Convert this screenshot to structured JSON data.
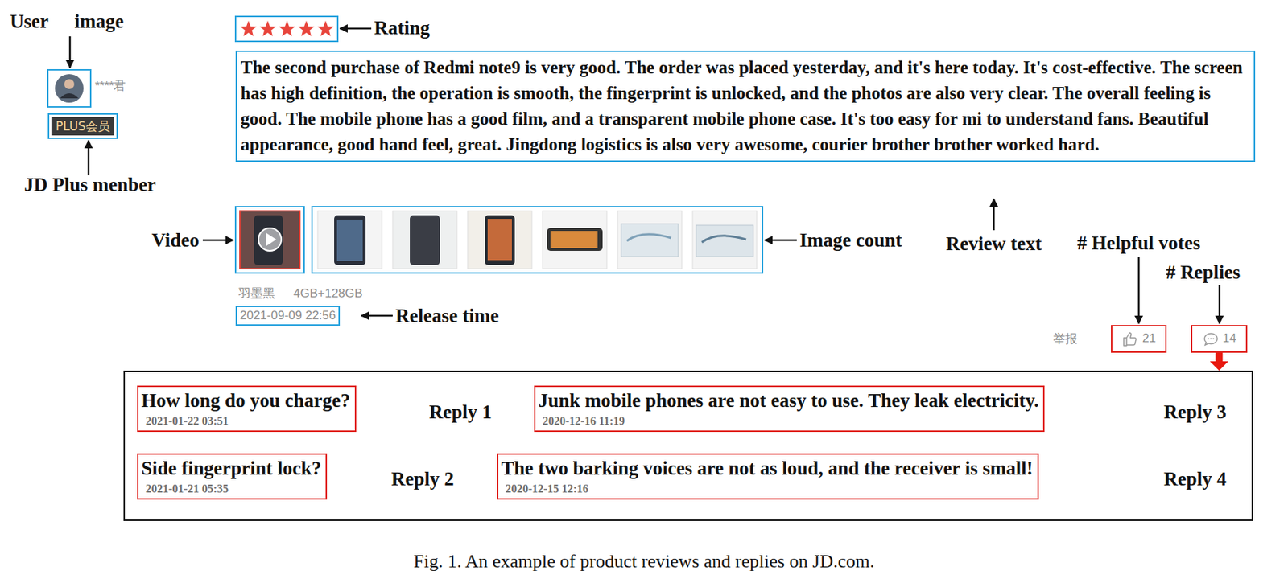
{
  "diagram": {
    "caption": "Fig. 1. An example of product reviews and replies on JD.com.",
    "nodes": [
      {
        "text": [
          "PLUS会员"
        ]
      },
      {
        "text": [
          "The second purchase of Redmi note9 is very good. The order was placed yesterday, and it's here today. It's cost-effective. The screen has high definition, the operation is smooth, the fingerprint is unlocked, and the photos are also very clear. The overall feeling is good. The mobile phone has a good film, and a transparent mobile phone case. It's too easy for mi to understand fans. Beautiful appearance, good hand feel, great. Jingdong logistics is also very awesome, courier brother brother worked hard."
        ]
      },
      {
        "text": [
          "2021-09-09 22:56"
        ]
      },
      {
        "text": [
          "21"
        ]
      },
      {
        "text": [
          "14"
        ]
      },
      {
        "text": []
      },
      {
        "text": [
          "How long do you charge?",
          "2021-01-22 03:51"
        ],
        "in": 5
      },
      {
        "text": [
          "Junk mobile phones are not easy to use. They leak electricity.",
          "2020-12-16 11:19"
        ],
        "in": 5
      },
      {
        "text": [
          "Side fingerprint lock?",
          "2021-01-21 05:35"
        ],
        "in": 5
      },
      {
        "text": [
          "The two barking voices are not as loud, and the receiver is small!",
          "2020-12-15 12:16"
        ],
        "in": 5
      }
    ],
    "edges": [
      {
        "from": 4,
        "to": 5,
        "arrow": "to"
      }
    ],
    "labels": [
      "User image",
      "****君",
      "JD Plus menber",
      "Rating",
      "Video",
      "Image count",
      "Review text",
      "# Helpful votes",
      "# Replies",
      "羽墨黑",
      "4GB+128GB",
      "Release time",
      "举报",
      "Reply 1",
      "Reply 2",
      "Reply 3",
      "Reply 4"
    ]
  }
}
